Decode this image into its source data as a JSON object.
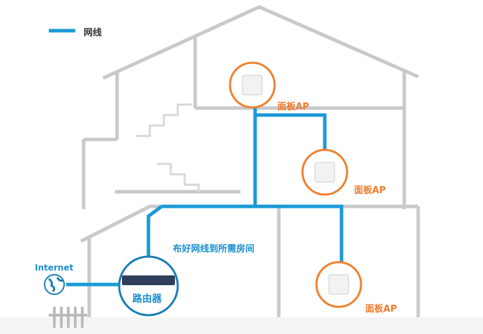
{
  "legend": {
    "label": "网线",
    "color": "#1a9ad6"
  },
  "labels": {
    "ap1": "面板AP",
    "ap2": "面板AP",
    "ap3": "面板AP",
    "router": "路由器",
    "cable_note": "布好网线到所需房间",
    "internet": "Internet"
  },
  "colors": {
    "cable": "#1a9ad6",
    "ap_ring": "#f08030",
    "router_ring": "#1a7fb5",
    "house": "#c8c8c8"
  }
}
